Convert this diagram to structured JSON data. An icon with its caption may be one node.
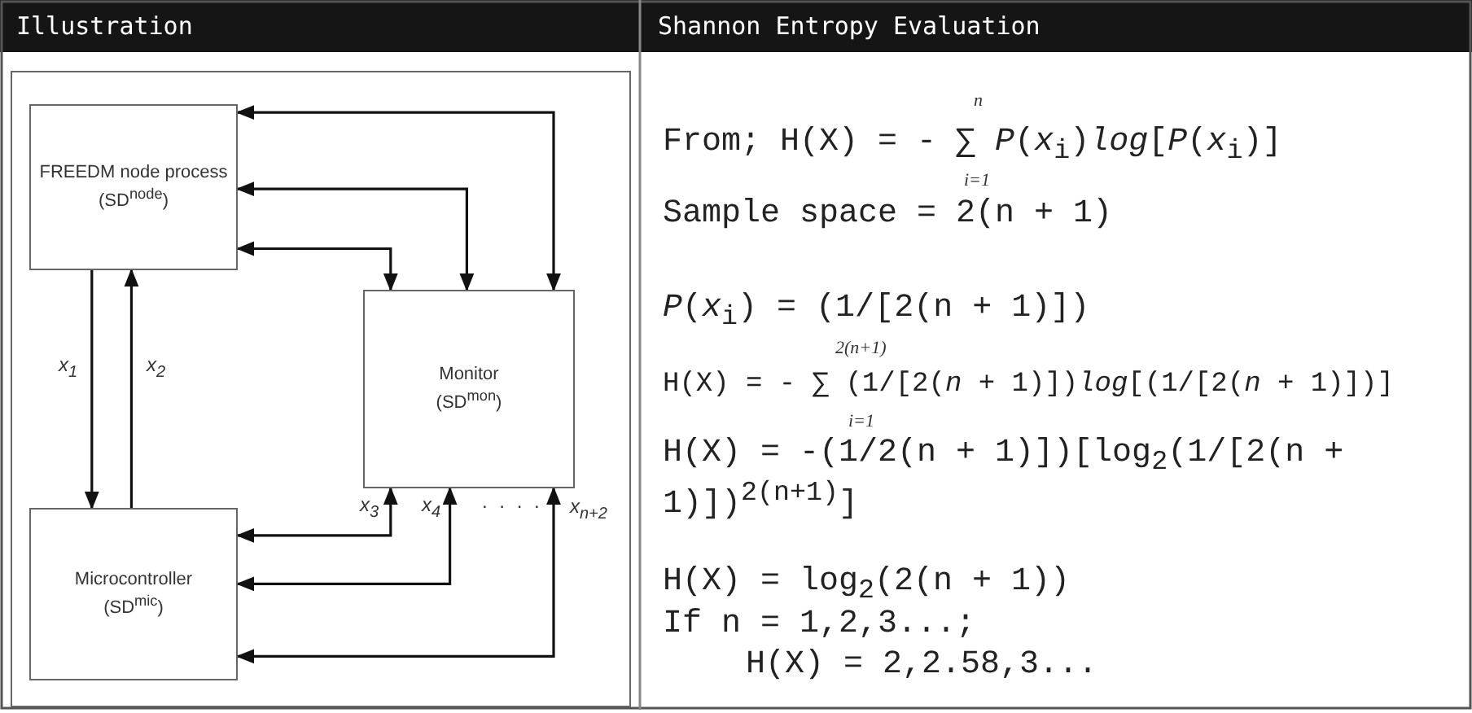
{
  "diagram": {
    "nodes": [
      {
        "text": [
          "FREEDM node process",
          "(SD$^{node}$)"
        ]
      },
      {
        "text": [
          "Monitor",
          "(SD$^{mon}$)"
        ]
      },
      {
        "text": [
          "Microcontroller",
          "(SD$^{mic}$)"
        ]
      }
    ],
    "edges": [
      {
        "from": 0,
        "to": 1,
        "arrow": "both"
      },
      {
        "from": 0,
        "to": 1,
        "arrow": "both"
      },
      {
        "from": 0,
        "to": 1,
        "arrow": "both"
      },
      {
        "from": 0,
        "to": 2,
        "arrow": "to",
        "label": "x$_{1}$"
      },
      {
        "from": 2,
        "to": 0,
        "arrow": "to",
        "label": "x$_{2}$"
      },
      {
        "from": 2,
        "to": 1,
        "arrow": "both",
        "label": "x$_{3}$"
      },
      {
        "from": 2,
        "to": 1,
        "arrow": "both",
        "label": "x$_{4}$"
      },
      {
        "from": 2,
        "to": 1,
        "arrow": "both",
        "label": "x$_{n+2}$"
      }
    ],
    "labels": [
      "Illustration",
      "Shannon Entropy Evaluation",
      ". . . .",
      "n",
      "From; H(X) = - ∑ *P*(*x*$_{i}$)*log*[*P*(*x*$_{i}$)]",
      "i=1",
      "Sample space = 2(n + 1)",
      "*P*(*x*$_{i}$) = (1/[2(n + 1)])",
      "2(n+1)",
      "H(X) = - ∑ (1/[2(*n* + 1)])*log*[(1/[2(*n* + 1)])]",
      "i=1",
      "H(X) = -(1/2(n + 1)])[log$_{2}$(1/[2(n + 1)])$^{2(n+1)}$]",
      "H(X) = log$_{2}$(2(n + 1))",
      "If n = 1,2,3...;",
      "H(X) = 2,2.58,3..."
    ]
  }
}
